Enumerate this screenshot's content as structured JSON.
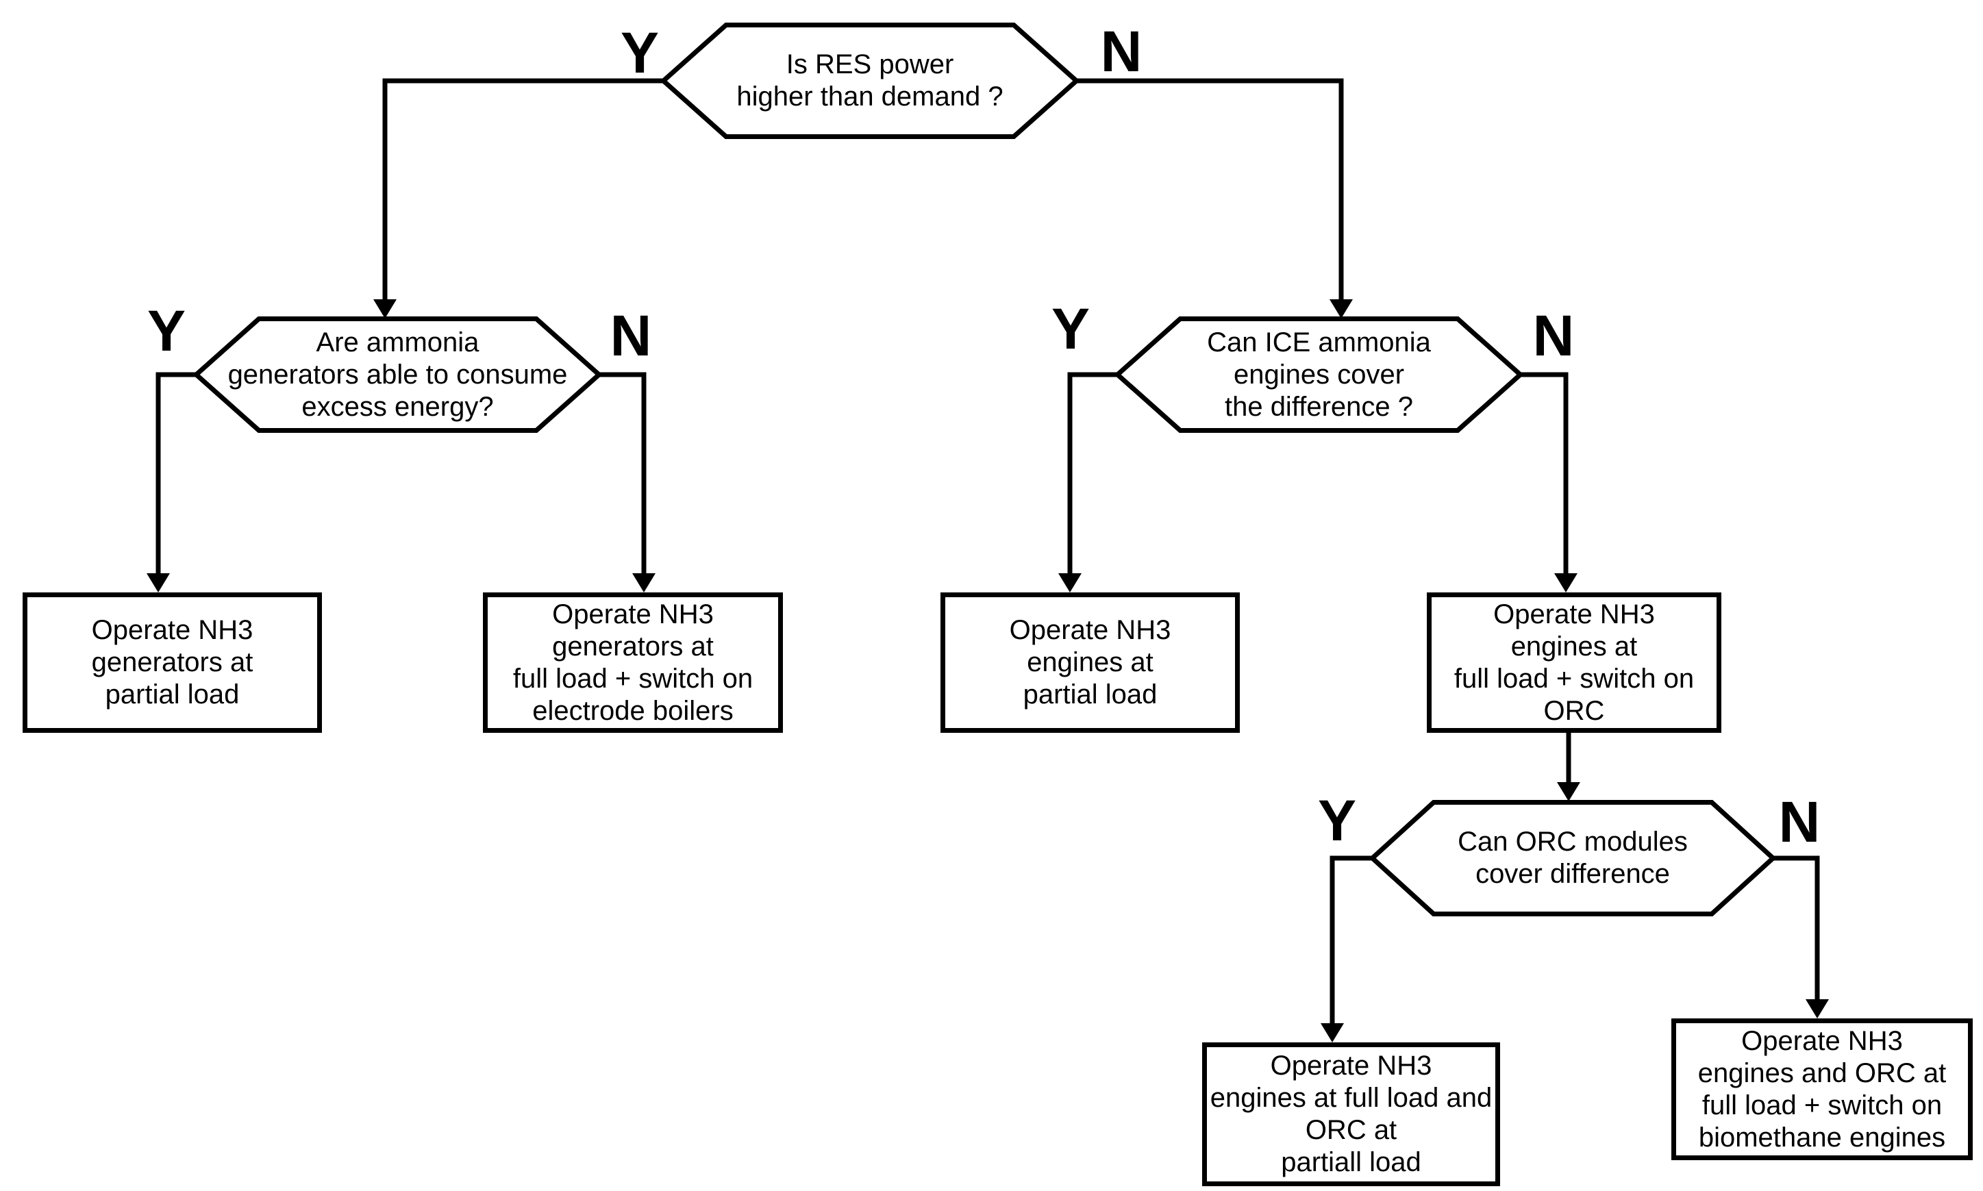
{
  "diagram": {
    "type": "flowchart",
    "colors": {
      "ink": "#000000",
      "background": "#ffffff"
    },
    "decisions": [
      {
        "id": "d1",
        "question": "Is RES power\nhigher than demand ?",
        "yes_label": "Y",
        "no_label": "N",
        "yes_to": "d2",
        "no_to": "d3"
      },
      {
        "id": "d2",
        "question": "Are ammonia\ngenerators able to consume\nexcess energy?",
        "yes_label": "Y",
        "no_label": "N",
        "yes_to": "a1",
        "no_to": "a2"
      },
      {
        "id": "d3",
        "question": "Can ICE ammonia\nengines cover\nthe difference ?",
        "yes_label": "Y",
        "no_label": "N",
        "yes_to": "a3",
        "no_to": "a4"
      },
      {
        "id": "d4",
        "question": "Can ORC modules\ncover difference",
        "yes_label": "Y",
        "no_label": "N",
        "yes_to": "a5",
        "no_to": "a6"
      }
    ],
    "actions": [
      {
        "id": "a1",
        "text": "Operate NH3\ngenerators at\npartial load"
      },
      {
        "id": "a2",
        "text": "Operate NH3\ngenerators at\nfull load + switch on\nelectrode boilers"
      },
      {
        "id": "a3",
        "text": "Operate NH3\nengines at\npartial load"
      },
      {
        "id": "a4",
        "text": "Operate NH3\nengines at\nfull load + switch on\nORC",
        "next": "d4"
      },
      {
        "id": "a5",
        "text": "Operate NH3\nengines at full load and\nORC at\npartiall load"
      },
      {
        "id": "a6",
        "text": "Operate NH3\nengines and ORC at\nfull load + switch on\nbiomethane engines"
      }
    ],
    "edges": [
      {
        "from": "d1",
        "branch": "Y",
        "to": "d2"
      },
      {
        "from": "d1",
        "branch": "N",
        "to": "d3"
      },
      {
        "from": "d2",
        "branch": "Y",
        "to": "a1"
      },
      {
        "from": "d2",
        "branch": "N",
        "to": "a2"
      },
      {
        "from": "d3",
        "branch": "Y",
        "to": "a3"
      },
      {
        "from": "d3",
        "branch": "N",
        "to": "a4"
      },
      {
        "from": "a4",
        "branch": "",
        "to": "d4"
      },
      {
        "from": "d4",
        "branch": "Y",
        "to": "a5"
      },
      {
        "from": "d4",
        "branch": "N",
        "to": "a6"
      }
    ]
  }
}
